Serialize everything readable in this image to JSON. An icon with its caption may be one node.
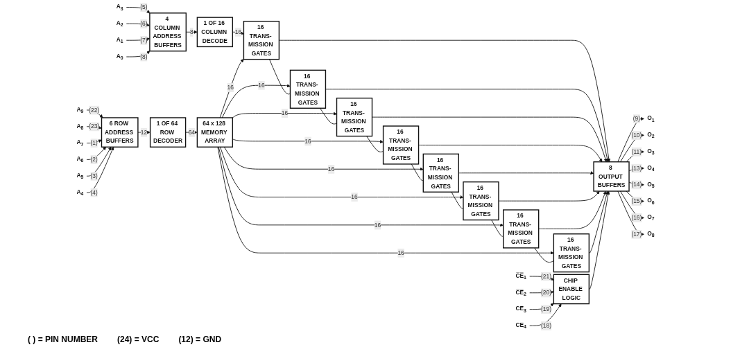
{
  "diagram": {
    "nodes": [
      {
        "text": [
          "A$_{9}$"
        ]
      },
      {
        "text": [
          "A$_{8}$"
        ]
      },
      {
        "text": [
          "A$_{7}$"
        ]
      },
      {
        "text": [
          "A$_{6}$"
        ]
      },
      {
        "text": [
          "A$_{5}$"
        ]
      },
      {
        "text": [
          "A$_{4}$"
        ]
      },
      {
        "text": [
          "6 ROW ADDRESS BUFFERS"
        ]
      },
      {
        "text": [
          "1 OF 64 ROW DECODER"
        ]
      },
      {
        "text": [
          "64 x 128 MEMORY ARRAY"
        ]
      },
      {
        "text": [
          "A$_{3}$"
        ]
      },
      {
        "text": [
          "A$_{2}$"
        ]
      },
      {
        "text": [
          "A$_{1}$"
        ]
      },
      {
        "text": [
          "A$_{0}$"
        ]
      },
      {
        "text": [
          "4 COLUMN ADDRESS BUFFERS"
        ]
      },
      {
        "text": [
          "1 OF 16 COLUMN DECODE"
        ]
      },
      {
        "text": [
          "16 TRANS- MISSION GATES"
        ]
      },
      {
        "text": [
          "16 TRANS- MISSION GATES"
        ]
      },
      {
        "text": [
          "16 TRANS- MISSION GATES"
        ]
      },
      {
        "text": [
          "16 TRANS- MISSION GATES"
        ]
      },
      {
        "text": [
          "16 TRANS- MISSION GATES"
        ]
      },
      {
        "text": [
          "16 TRANS- MISSION GATES"
        ]
      },
      {
        "text": [
          "16 TRANS- MISSION GATES"
        ]
      },
      {
        "text": [
          "16 TRANS- MISSION GATES"
        ]
      },
      {
        "text": [
          "C̅E̅$_{1}$"
        ]
      },
      {
        "text": [
          "C̅E̅$_{2}$"
        ]
      },
      {
        "text": [
          "CE$_{3}$"
        ]
      },
      {
        "text": [
          "CE$_{4}$"
        ]
      },
      {
        "text": [
          "CHIP ENABLE LOGIC"
        ]
      },
      {
        "text": [
          "8 OUTPUT BUFFERS"
        ]
      },
      {
        "text": [
          "O$_{1}$"
        ]
      },
      {
        "text": [
          "O$_{2}$"
        ]
      },
      {
        "text": [
          "O$_{3}$"
        ]
      },
      {
        "text": [
          "O$_{4}$"
        ]
      },
      {
        "text": [
          "O$_{5}$"
        ]
      },
      {
        "text": [
          "O$_{6}$"
        ]
      },
      {
        "text": [
          "O$_{7}$"
        ]
      },
      {
        "text": [
          "O$_{8}$"
        ]
      }
    ],
    "edges": [
      {
        "from": 0,
        "to": 6,
        "arrow": "to",
        "label": "(22)"
      },
      {
        "from": 1,
        "to": 6,
        "arrow": "to",
        "label": "(23)"
      },
      {
        "from": 2,
        "to": 6,
        "arrow": "to",
        "label": "(1)"
      },
      {
        "from": 3,
        "to": 6,
        "arrow": "to",
        "label": "(2)"
      },
      {
        "from": 4,
        "to": 6,
        "arrow": "to",
        "label": "(3)"
      },
      {
        "from": 5,
        "to": 6,
        "arrow": "to",
        "label": "(4)"
      },
      {
        "from": 6,
        "to": 7,
        "arrow": "to",
        "label": "12"
      },
      {
        "from": 7,
        "to": 8,
        "arrow": "to",
        "label": "64"
      },
      {
        "from": 9,
        "to": 13,
        "arrow": "to",
        "label": "(5)"
      },
      {
        "from": 10,
        "to": 13,
        "arrow": "to",
        "label": "(6)"
      },
      {
        "from": 11,
        "to": 13,
        "arrow": "to",
        "label": "(7)"
      },
      {
        "from": 12,
        "to": 13,
        "arrow": "to",
        "label": "(8)"
      },
      {
        "from": 13,
        "to": 14,
        "arrow": "to",
        "label": "8"
      },
      {
        "from": 14,
        "to": 15,
        "arrow": "to",
        "label": "16"
      },
      {
        "from": 8,
        "to": 15,
        "arrow": "to",
        "label": "16"
      },
      {
        "from": 8,
        "to": 16,
        "arrow": "to",
        "label": "16"
      },
      {
        "from": 8,
        "to": 17,
        "arrow": "to",
        "label": "16"
      },
      {
        "from": 8,
        "to": 18,
        "arrow": "to",
        "label": "16"
      },
      {
        "from": 8,
        "to": 19,
        "arrow": "to",
        "label": "16"
      },
      {
        "from": 8,
        "to": 20,
        "arrow": "to",
        "label": "16"
      },
      {
        "from": 8,
        "to": 21,
        "arrow": "to",
        "label": "16"
      },
      {
        "from": 8,
        "to": 22,
        "arrow": "to",
        "label": "16"
      },
      {
        "from": 15,
        "to": 16,
        "arrow": "none"
      },
      {
        "from": 16,
        "to": 17,
        "arrow": "none"
      },
      {
        "from": 17,
        "to": 18,
        "arrow": "none"
      },
      {
        "from": 18,
        "to": 19,
        "arrow": "none"
      },
      {
        "from": 19,
        "to": 20,
        "arrow": "none"
      },
      {
        "from": 20,
        "to": 21,
        "arrow": "none"
      },
      {
        "from": 21,
        "to": 22,
        "arrow": "none"
      },
      {
        "from": 15,
        "to": 28,
        "arrow": "to"
      },
      {
        "from": 16,
        "to": 28,
        "arrow": "to"
      },
      {
        "from": 17,
        "to": 28,
        "arrow": "to"
      },
      {
        "from": 18,
        "to": 28,
        "arrow": "to"
      },
      {
        "from": 19,
        "to": 28,
        "arrow": "to"
      },
      {
        "from": 20,
        "to": 28,
        "arrow": "to"
      },
      {
        "from": 21,
        "to": 28,
        "arrow": "to"
      },
      {
        "from": 22,
        "to": 28,
        "arrow": "to"
      },
      {
        "from": 23,
        "to": 27,
        "arrow": "to",
        "label": "(21)"
      },
      {
        "from": 24,
        "to": 27,
        "arrow": "to",
        "label": "(20)"
      },
      {
        "from": 25,
        "to": 27,
        "arrow": "to",
        "label": "(19)"
      },
      {
        "from": 26,
        "to": 27,
        "arrow": "to",
        "label": "(18)"
      },
      {
        "from": 27,
        "to": 28,
        "arrow": "to"
      },
      {
        "from": 28,
        "to": 29,
        "arrow": "to",
        "label": "(9)"
      },
      {
        "from": 28,
        "to": 30,
        "arrow": "to",
        "label": "(10)"
      },
      {
        "from": 28,
        "to": 31,
        "arrow": "to",
        "label": "(11)"
      },
      {
        "from": 28,
        "to": 32,
        "arrow": "to",
        "label": "(13)"
      },
      {
        "from": 28,
        "to": 33,
        "arrow": "to",
        "label": "(14)"
      },
      {
        "from": 28,
        "to": 34,
        "arrow": "to",
        "label": "(15)"
      },
      {
        "from": 28,
        "to": 35,
        "arrow": "to",
        "label": "(16)"
      },
      {
        "from": 28,
        "to": 36,
        "arrow": "to",
        "label": "(17)"
      }
    ],
    "labels": [
      "( ) = PIN NUMBER",
      "(24) = VCC",
      "(12) = GND"
    ]
  }
}
